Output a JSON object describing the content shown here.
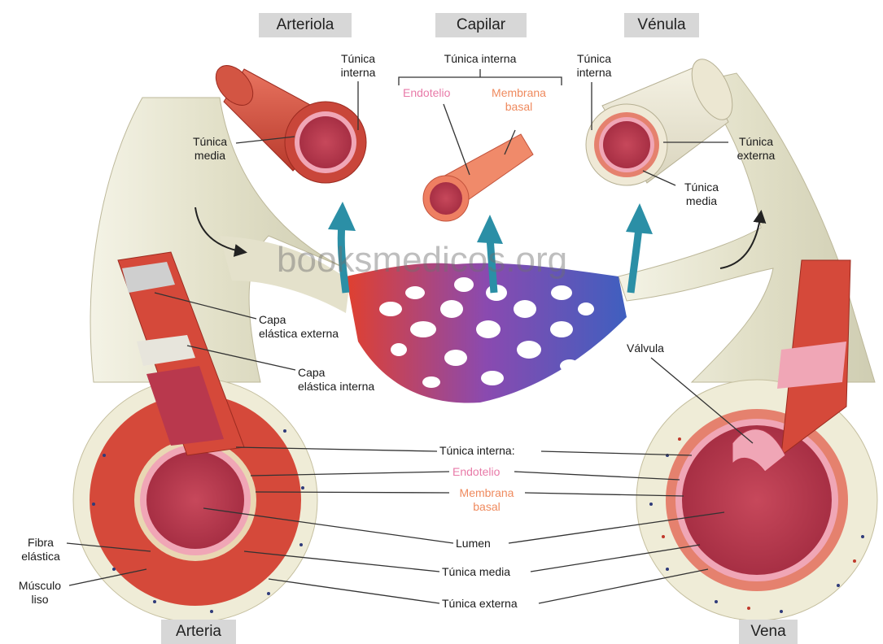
{
  "headers": {
    "arteriola": "Arteriola",
    "capilar": "Capilar",
    "venula": "Vénula",
    "arteria": "Arteria",
    "vena": "Vena"
  },
  "watermark": "booksmedicos.org",
  "labels": {
    "arteriola_tunica_interna": "Túnica\ninterna",
    "arteriola_tunica_media": "Túnica\nmedia",
    "capilar_tunica_interna": "Túnica interna",
    "endotelio_top": "Endotelio",
    "membrana_basal_top": "Membrana\nbasal",
    "venula_tunica_interna": "Túnica\ninterna",
    "venula_tunica_externa": "Túnica\nexterna",
    "venula_tunica_media": "Túnica\nmedia",
    "capa_elastica_externa": "Capa\nelástica externa",
    "capa_elastica_interna": "Capa\nelástica interna",
    "valvula": "Válvula",
    "tunica_interna": "Túnica interna:",
    "endotelio": "Endotelio",
    "membrana_basal": "Membrana\nbasal",
    "lumen": "Lumen",
    "tunica_media": "Túnica media",
    "tunica_externa": "Túnica externa",
    "fibra_elastica": "Fibra\nelástica",
    "musculo_liso": "Músculo\nliso"
  },
  "colors": {
    "vessel_outer": "#efeedd",
    "artery_muscle": "#d8503f",
    "lumen": "#b9384d",
    "endothelium": "#f0a6b6",
    "capillary_red": "#e0402f",
    "capillary_purple": "#8a4ab0",
    "capillary_blue": "#3f5fbf",
    "arrow_teal": "#2b8fa6",
    "header_bg": "#d7d7d7"
  }
}
